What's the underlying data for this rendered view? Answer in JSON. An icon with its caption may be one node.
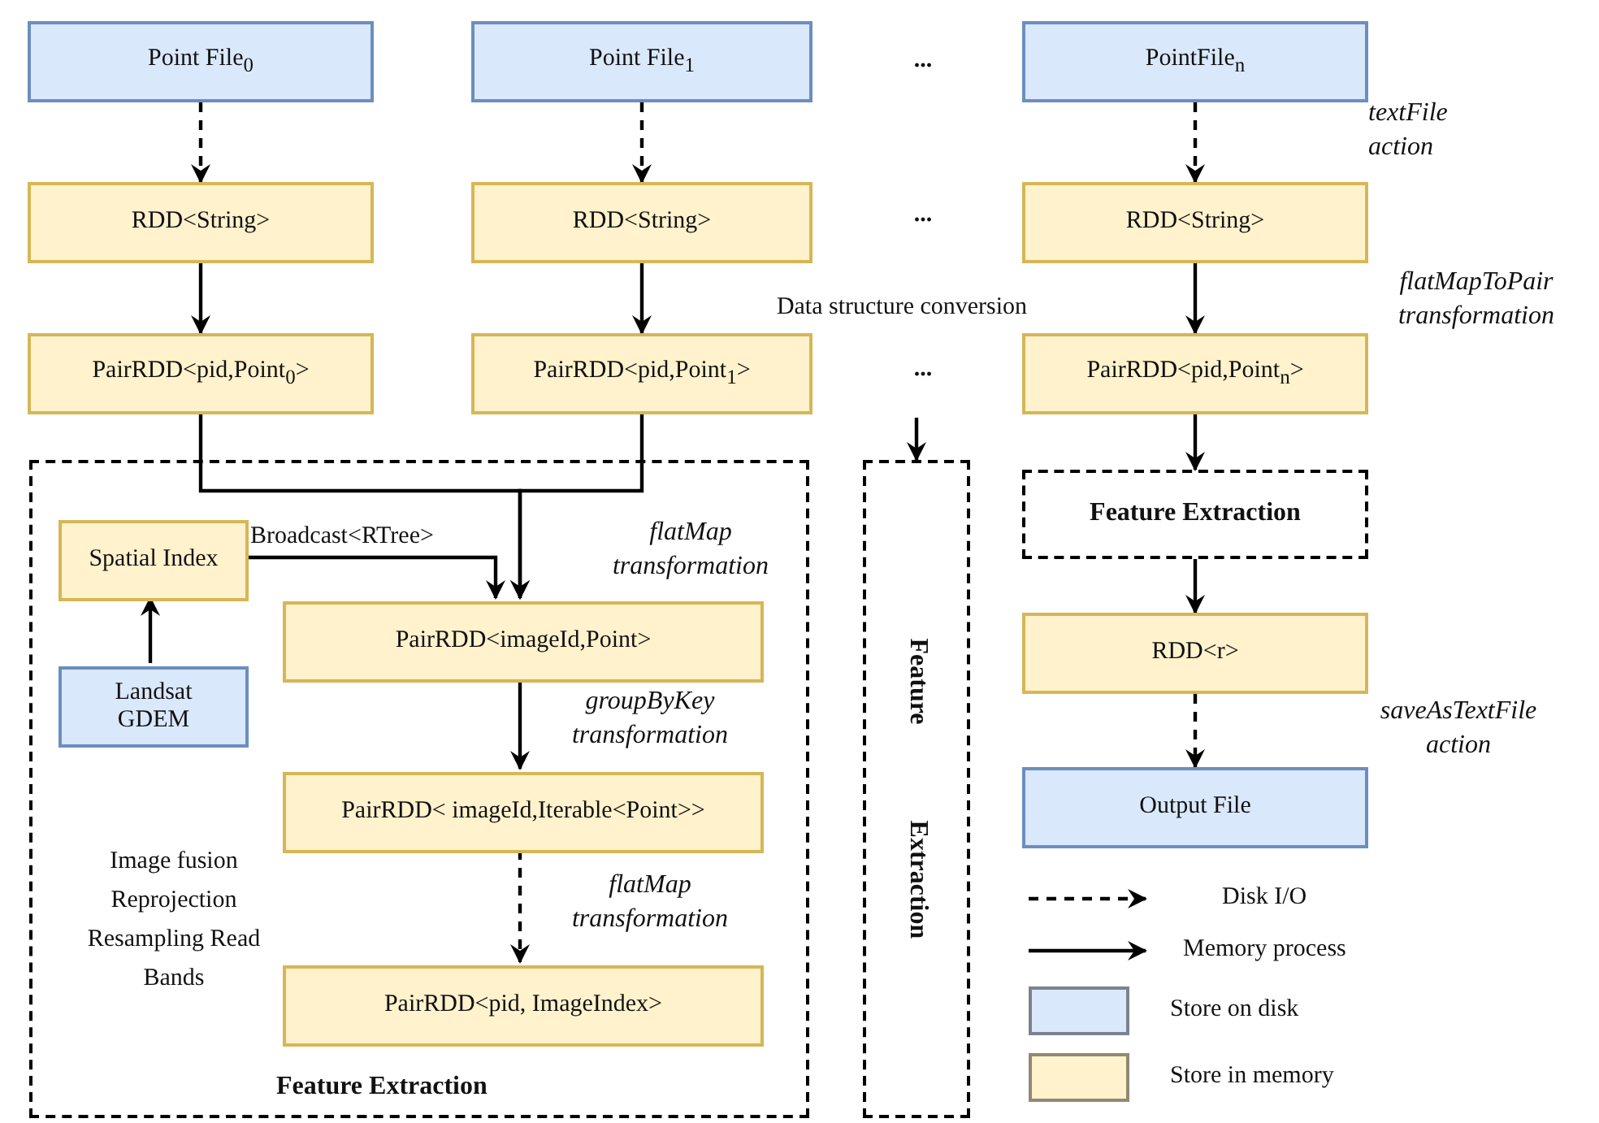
{
  "diagram": {
    "nodes": [
      {
        "text": [
          "Point File$_{0}$"
        ]
      },
      {
        "text": [
          "Point File$_{1}$"
        ]
      },
      {
        "text": [
          "PointFile$_{n}$"
        ]
      },
      {
        "text": [
          "RDD<String>"
        ]
      },
      {
        "text": [
          "RDD<String>"
        ]
      },
      {
        "text": [
          "RDD<String>"
        ]
      },
      {
        "text": [
          "PairRDD<pid,Point$_{0}$>"
        ]
      },
      {
        "text": [
          "PairRDD<pid,Point$_{1}$>"
        ]
      },
      {
        "text": [
          "PairRDD<pid,Point$_{n}$>"
        ]
      },
      {
        "text": [
          "Feature Extraction"
        ]
      },
      {
        "text": [
          "Spatial Index"
        ],
        "in": 9
      },
      {
        "text": [
          "Landsat GDEM"
        ],
        "in": 9
      },
      {
        "text": [
          "PairRDD<imageId,Point>"
        ],
        "in": 9
      },
      {
        "text": [
          "PairRDD< imageId,Iterable<Point>>"
        ],
        "in": 9
      },
      {
        "text": [
          "PairRDD<pid, ImageIndex>"
        ],
        "in": 9
      },
      {
        "text": [
          "Feature Extraction"
        ]
      },
      {
        "text": [
          "Feature Extraction"
        ]
      },
      {
        "text": [
          "RDD<r>"
        ]
      },
      {
        "text": [
          "Output File"
        ]
      }
    ],
    "edges": [
      {
        "from": 0,
        "to": 3,
        "arrow": "to",
        "style": "dashed"
      },
      {
        "from": 1,
        "to": 4,
        "arrow": "to",
        "style": "dashed"
      },
      {
        "from": 2,
        "to": 5,
        "arrow": "to",
        "style": "dashed"
      },
      {
        "from": 3,
        "to": 6,
        "arrow": "to"
      },
      {
        "from": 4,
        "to": 7,
        "arrow": "to"
      },
      {
        "from": 5,
        "to": 8,
        "arrow": "to"
      },
      {
        "from": 6,
        "to": 12,
        "arrow": "to"
      },
      {
        "from": 7,
        "to": 12,
        "arrow": "to"
      },
      {
        "from": 10,
        "to": 12,
        "arrow": "to",
        "label": "Broadcast<RTree>"
      },
      {
        "from": 11,
        "to": 10,
        "arrow": "to"
      },
      {
        "from": 12,
        "to": 13,
        "arrow": "to"
      },
      {
        "from": 13,
        "to": 14,
        "arrow": "to",
        "style": "dashed"
      },
      {
        "from": null,
        "to": 15,
        "arrow": "to"
      },
      {
        "from": 8,
        "to": 16,
        "arrow": "to"
      },
      {
        "from": 16,
        "to": 17,
        "arrow": "to"
      },
      {
        "from": 17,
        "to": 18,
        "arrow": "to",
        "style": "dashed"
      }
    ],
    "labels": [
      "...",
      "textFile action",
      "...",
      "flatMapToPair transformation",
      "Data structure conversion",
      "...",
      "flatMap transformation",
      "groupByKey transformation",
      "Image fusion Reprojection Resampling Read Bands",
      "flatMap transformation",
      "saveAsTextFile action"
    ],
    "legend": [
      {
        "text": "Disk I/O"
      },
      {
        "text": "Memory process"
      },
      {
        "text": "Store on disk",
        "color": "#dae8fc"
      },
      {
        "text": "Store in memory",
        "color": "#fff2cc"
      }
    ]
  }
}
